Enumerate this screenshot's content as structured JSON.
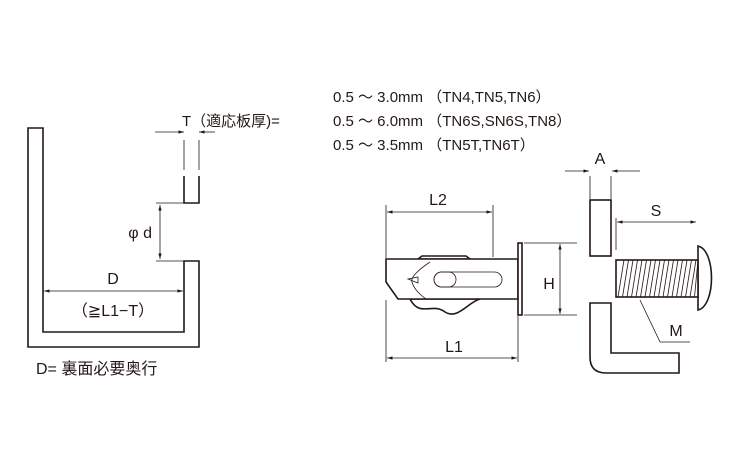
{
  "thickness": {
    "label": "T（適応板厚)=",
    "ranges": [
      "0.5 ～ 3.0mm （TN4,TN5,TN6）",
      "0.5 ～ 6.0mm （TN6S,SN6S,TN8）",
      "0.5 ～ 3.5mm （TN5T,TN6T）"
    ]
  },
  "panel": {
    "dim_T": "T",
    "dim_d": "φ d",
    "dim_D": "D",
    "dim_D_note": "（≧L1−T）",
    "caption": "D= 裏面必要奥行"
  },
  "nut": {
    "dim_L2": "L2",
    "dim_L1": "L1",
    "dim_H": "H"
  },
  "screw": {
    "dim_A": "A",
    "dim_S": "S",
    "dim_M": "M"
  }
}
